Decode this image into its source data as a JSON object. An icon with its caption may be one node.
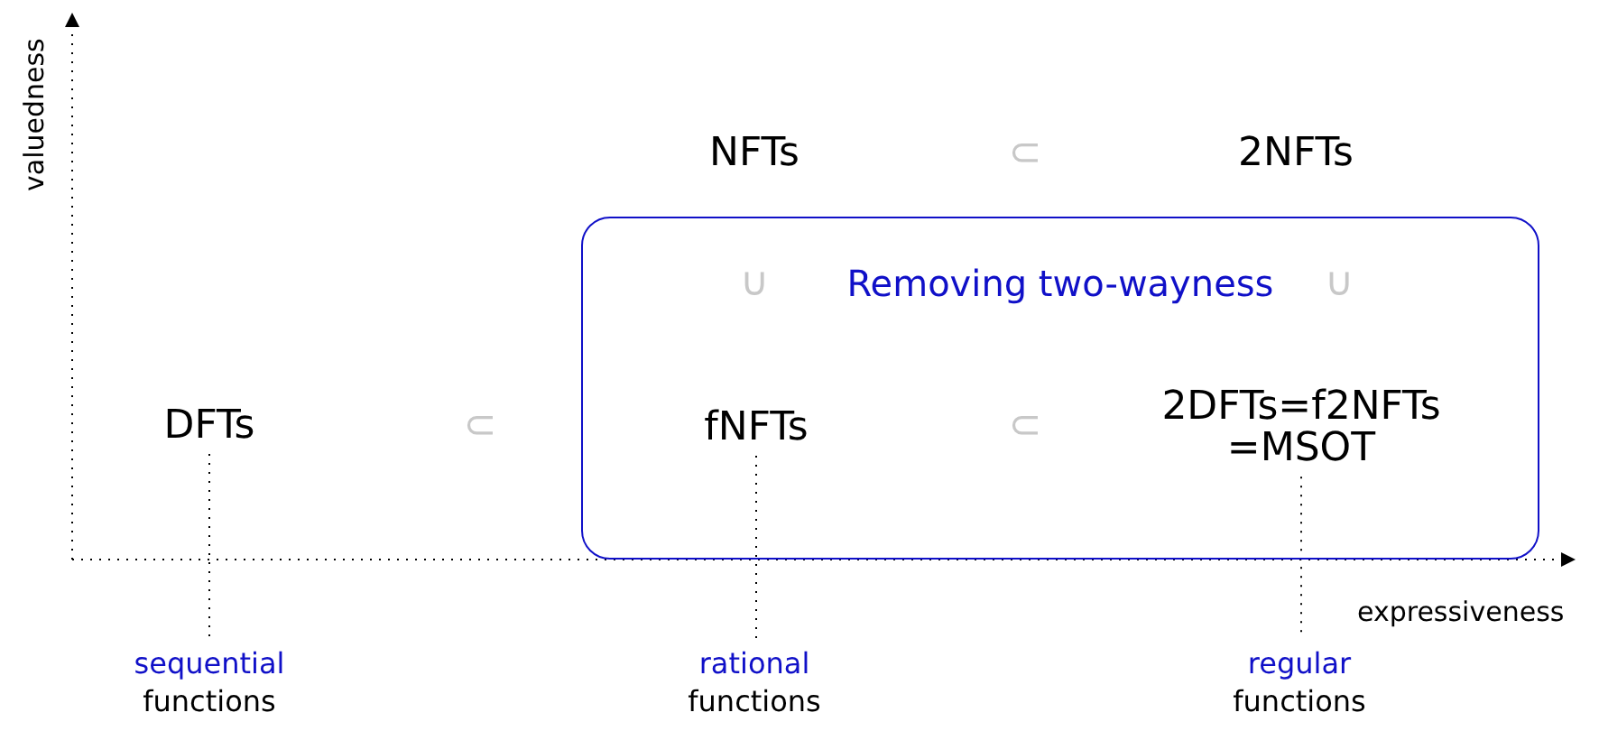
{
  "diagram": {
    "nodes": [
      {
        "text": [
          "NFTs"
        ]
      },
      {
        "text": [
          "2NFTs"
        ]
      },
      {
        "text": [
          "Removing two-wayness"
        ]
      },
      {
        "text": [
          "DFTs"
        ]
      },
      {
        "text": [
          "fNFTs"
        ],
        "in": 2
      },
      {
        "text": [
          "2DFTs=f2NFTs =MSOT"
        ],
        "in": 2
      },
      {
        "text": [
          "sequential",
          "functions"
        ]
      },
      {
        "text": [
          "rational",
          "functions"
        ]
      },
      {
        "text": [
          "regular",
          "functions"
        ]
      }
    ],
    "edges": [
      {
        "from": 3,
        "to": 6,
        "arrow": "none",
        "style": "dashed"
      },
      {
        "from": 4,
        "to": 7,
        "arrow": "none",
        "style": "dashed"
      },
      {
        "from": 5,
        "to": 8,
        "arrow": "none",
        "style": "dashed"
      }
    ],
    "labels": [
      "valuedness",
      "⊂",
      "∪",
      "∪",
      "⊂",
      "⊂",
      "expressiveness"
    ]
  }
}
